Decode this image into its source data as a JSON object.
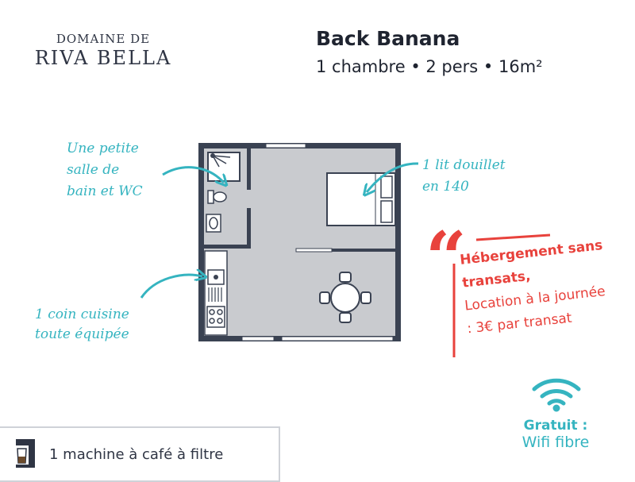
{
  "logo": {
    "top": "DOMAINE DE",
    "main": "RIVA BELLA"
  },
  "header": {
    "title": "Back Banana",
    "subtitle": "1 chambre • 2 pers •  16m²"
  },
  "annotations": {
    "bathroom": [
      "Une petite",
      "salle de",
      "bain et WC"
    ],
    "bed": [
      "1 lit douillet",
      "en 140"
    ],
    "kitchen": [
      "1 coin cuisine",
      "toute équipée"
    ]
  },
  "promo": {
    "head1": "Hébergement sans",
    "head2": "transats,",
    "line1": "Location à la journée",
    "line2": ": 3€ par transat"
  },
  "wifi": {
    "label": "Gratuit :",
    "sub": "Wifi fibre"
  },
  "footer": {
    "text": "1 machine à café à filtre"
  },
  "colors": {
    "teal": "#35b4c0",
    "red": "#e8423c",
    "wall": "#3a4252",
    "floor": "#c9cbcf"
  },
  "icons": [
    "coffee-machine-icon",
    "wifi-icon",
    "quote-icon",
    "arrow-icon"
  ]
}
